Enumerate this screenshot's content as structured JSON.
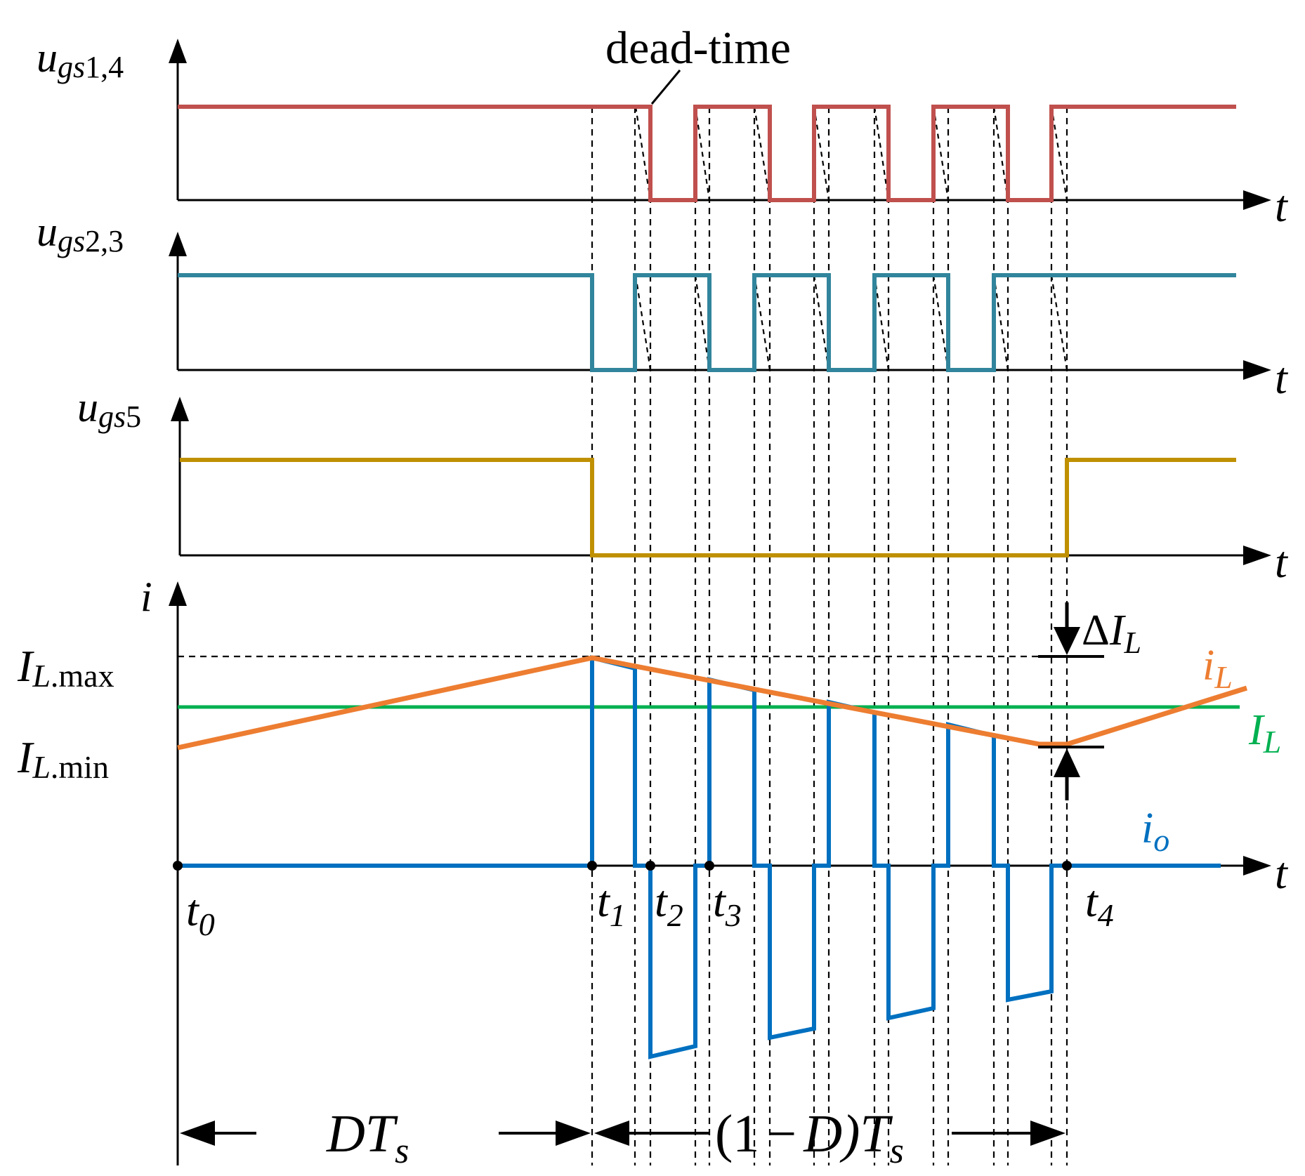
{
  "colors": {
    "ugs14": "#c0504d",
    "ugs23": "#31859c",
    "ugs5": "#bf9000",
    "iL": "#ed7d31",
    "IL": "#00b050",
    "io": "#0070c0"
  },
  "signals": {
    "ugs14": {
      "base": "u",
      "sub": "gs1,4",
      "sub_a": "gs",
      "sub_b": "1,4"
    },
    "ugs23": {
      "base": "u",
      "sub": "gs2,3",
      "sub_a": "gs",
      "sub_b": "2,3"
    },
    "ugs5": {
      "base": "u",
      "sub": "gs5",
      "sub_a": "gs",
      "sub_b": "5"
    },
    "i_axis": "i",
    "t_axis": "t"
  },
  "annotations": {
    "dead_time": "dead-time",
    "IL_max": {
      "base": "I",
      "sub": "L.max",
      "sub_a": "L",
      "sub_b": ".max"
    },
    "IL_min": {
      "base": "I",
      "sub": "L.min",
      "sub_a": "L",
      "sub_b": ".min"
    },
    "delta_IL": {
      "pre": "Δ",
      "base": "I",
      "sub": "L"
    },
    "iL": {
      "base": "i",
      "sub": "L"
    },
    "IL": {
      "base": "I",
      "sub": "L"
    },
    "io": {
      "base": "i",
      "sub": "o"
    }
  },
  "time_marks": [
    {
      "base": "t",
      "sub": "0"
    },
    {
      "base": "t",
      "sub": "1"
    },
    {
      "base": "t",
      "sub": "2"
    },
    {
      "base": "t",
      "sub": "3"
    },
    {
      "base": "t",
      "sub": "4"
    }
  ],
  "intervals": {
    "DTs": {
      "a": "D",
      "b": "T",
      "sub": "s"
    },
    "one_minus_D_Ts": {
      "a": "(1",
      "b": "−",
      "c": "D)T",
      "sub": "s"
    }
  }
}
